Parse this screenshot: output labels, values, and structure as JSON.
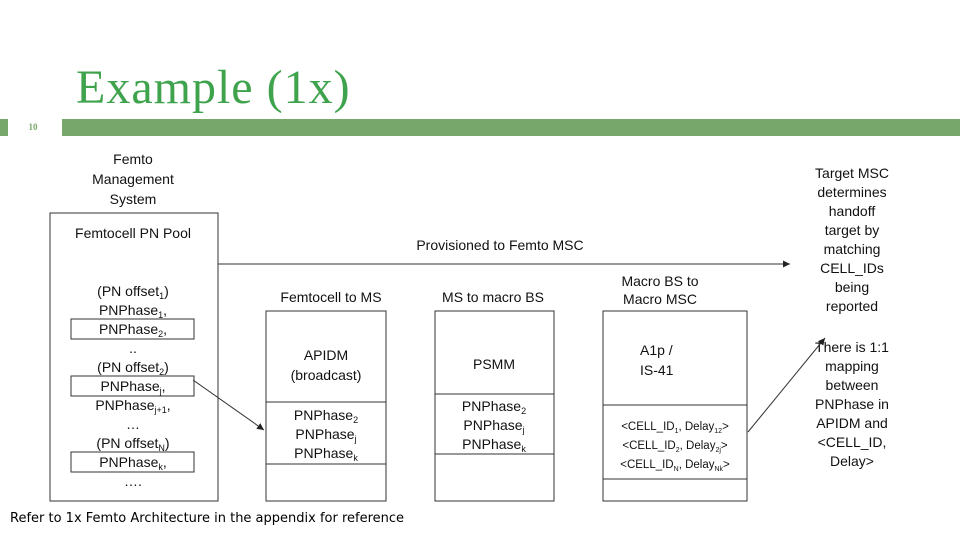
{
  "slide": {
    "title": "Example (1x)",
    "page_number": "10",
    "footer_note": "Refer to 1x Femto Architecture in the appendix for reference"
  },
  "colors": {
    "title_green": "#3fa34d",
    "accent_bar": "#77a76a"
  },
  "diagram": {
    "fms": {
      "heading": [
        "Femto",
        "Management",
        "System"
      ],
      "pool_title": "Femtocell PN Pool",
      "items": [
        {
          "base": "(PN offset",
          "sub": "1",
          "tail": ")",
          "boxed": false
        },
        {
          "base": "PNPhase",
          "sub": "1",
          "tail": ",",
          "boxed": false
        },
        {
          "base": "PNPhase",
          "sub": "2",
          "tail": ",",
          "boxed": true
        },
        {
          "base": "..",
          "sub": "",
          "tail": "",
          "boxed": false
        },
        {
          "base": "(PN offset",
          "sub": "2",
          "tail": ")",
          "boxed": false
        },
        {
          "base": "PNPhase",
          "sub": "j",
          "tail": ",",
          "boxed": true
        },
        {
          "base": "PNPhase",
          "sub": "j+1",
          "tail": ",",
          "boxed": false
        },
        {
          "base": "…",
          "sub": "",
          "tail": "",
          "boxed": false
        },
        {
          "base": "(PN offset",
          "sub": "N",
          "tail": ")",
          "boxed": false
        },
        {
          "base": "PNPhase",
          "sub": "k",
          "tail": ",",
          "boxed": true
        },
        {
          "base": "….",
          "sub": "",
          "tail": "",
          "boxed": false
        }
      ]
    },
    "provisioned_label": "Provisioned to Femto MSC",
    "stage1": {
      "heading": "Femtocell to MS",
      "body": [
        "APIDM",
        "(broadcast)"
      ],
      "phases": [
        {
          "base": "PNPhase",
          "sub": "2"
        },
        {
          "base": "PNPhase",
          "sub": "j"
        },
        {
          "base": "PNPhase",
          "sub": "k"
        }
      ]
    },
    "stage2": {
      "heading": "MS to macro BS",
      "body": [
        "PSMM"
      ],
      "phases": [
        {
          "base": "PNPhase",
          "sub": "2"
        },
        {
          "base": "PNPhase",
          "sub": "j"
        },
        {
          "base": "PNPhase",
          "sub": "k"
        }
      ]
    },
    "stage3": {
      "heading": [
        "Macro BS to",
        "Macro MSC"
      ],
      "body": [
        "A1p /",
        "IS-41"
      ],
      "cells": [
        {
          "a": "<CELL_ID",
          "sa": "1",
          "b": ", Delay",
          "sb": "12",
          "c": ">"
        },
        {
          "a": "<CELL_ID",
          "sa": "2",
          "b": ", Delay",
          "sb": "2j",
          "c": ">"
        },
        {
          "a": "<CELL_ID",
          "sa": "N",
          "b": ", Delay",
          "sb": "Nk",
          "c": ">"
        }
      ]
    },
    "target_msc": {
      "lines": [
        "Target MSC",
        "determines",
        "handoff",
        "target by",
        "matching",
        "CELL_IDs",
        "being",
        "reported"
      ]
    },
    "mapping_note": {
      "lines": [
        "There is 1:1",
        "mapping",
        "between",
        "PNPhase in",
        "APIDM and",
        "<CELL_ID,",
        "Delay>"
      ]
    }
  }
}
